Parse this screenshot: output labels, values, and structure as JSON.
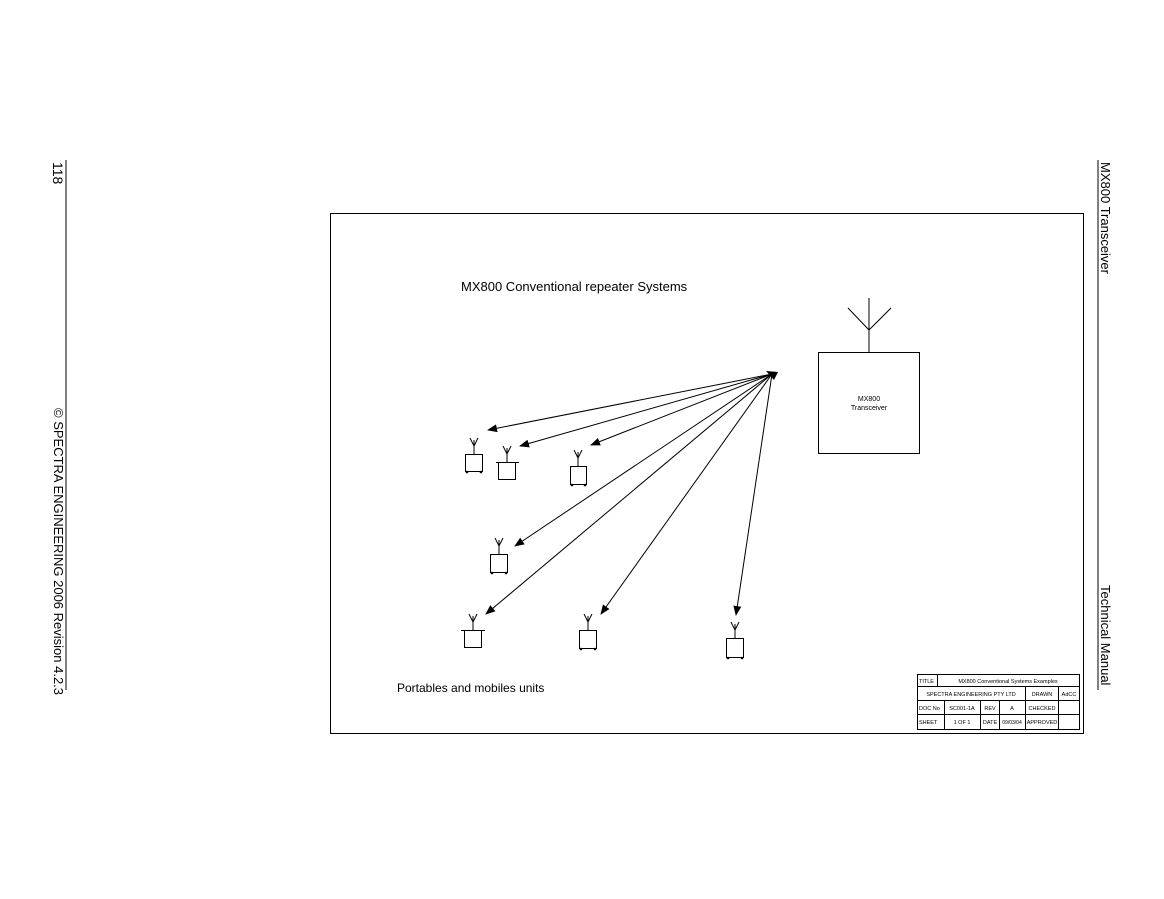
{
  "page": {
    "left_page_number": "118",
    "left_footer": "© SPECTRA ENGINEERING 2006 Revision 4.2.3",
    "right_header": "MX800 Transceiver",
    "right_footer": "Technical Manual"
  },
  "diagram": {
    "title": "MX800 Conventional repeater Systems",
    "transceiver_label_line1": "MX800",
    "transceiver_label_line2": "Transceiver",
    "units_label": "Portables and mobiles units"
  },
  "title_block": {
    "title_key": "TITLE",
    "title_value": "MX800 Conventional Systems Examples",
    "company": "SPECTRA ENGINEERING PTY LTD",
    "drawn_key": "DRAWN",
    "drawn_value": "AdCC",
    "doc_key": "DOC No",
    "doc_value": "SC001-1A",
    "rev_key": "REV",
    "rev_value": "A",
    "checked_key": "CHECKED",
    "sheet_key": "SHEET",
    "sheet_value": "1 OF 1",
    "date_key": "DATE",
    "date_value": "09/03/04",
    "approved_key": "APPROVED"
  }
}
